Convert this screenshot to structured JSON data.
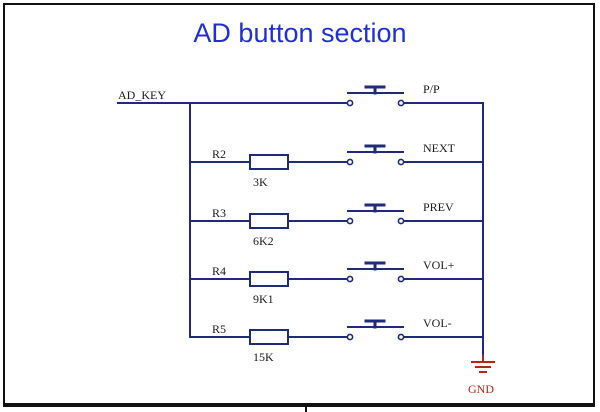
{
  "title": "AD button section",
  "net": "AD_KEY",
  "ground": "GND",
  "buttons": [
    {
      "label": "P/P"
    },
    {
      "label": "NEXT",
      "ref": "R2",
      "value": "3K"
    },
    {
      "label": "PREV",
      "ref": "R3",
      "value": "6K2"
    },
    {
      "label": "VOL+",
      "ref": "R4",
      "value": "9K1"
    },
    {
      "label": "VOL-",
      "ref": "R5",
      "value": "15K"
    }
  ],
  "colors": {
    "wire": "#1f2a7a",
    "title": "#1e2fd6",
    "ground": "#b3261e"
  }
}
